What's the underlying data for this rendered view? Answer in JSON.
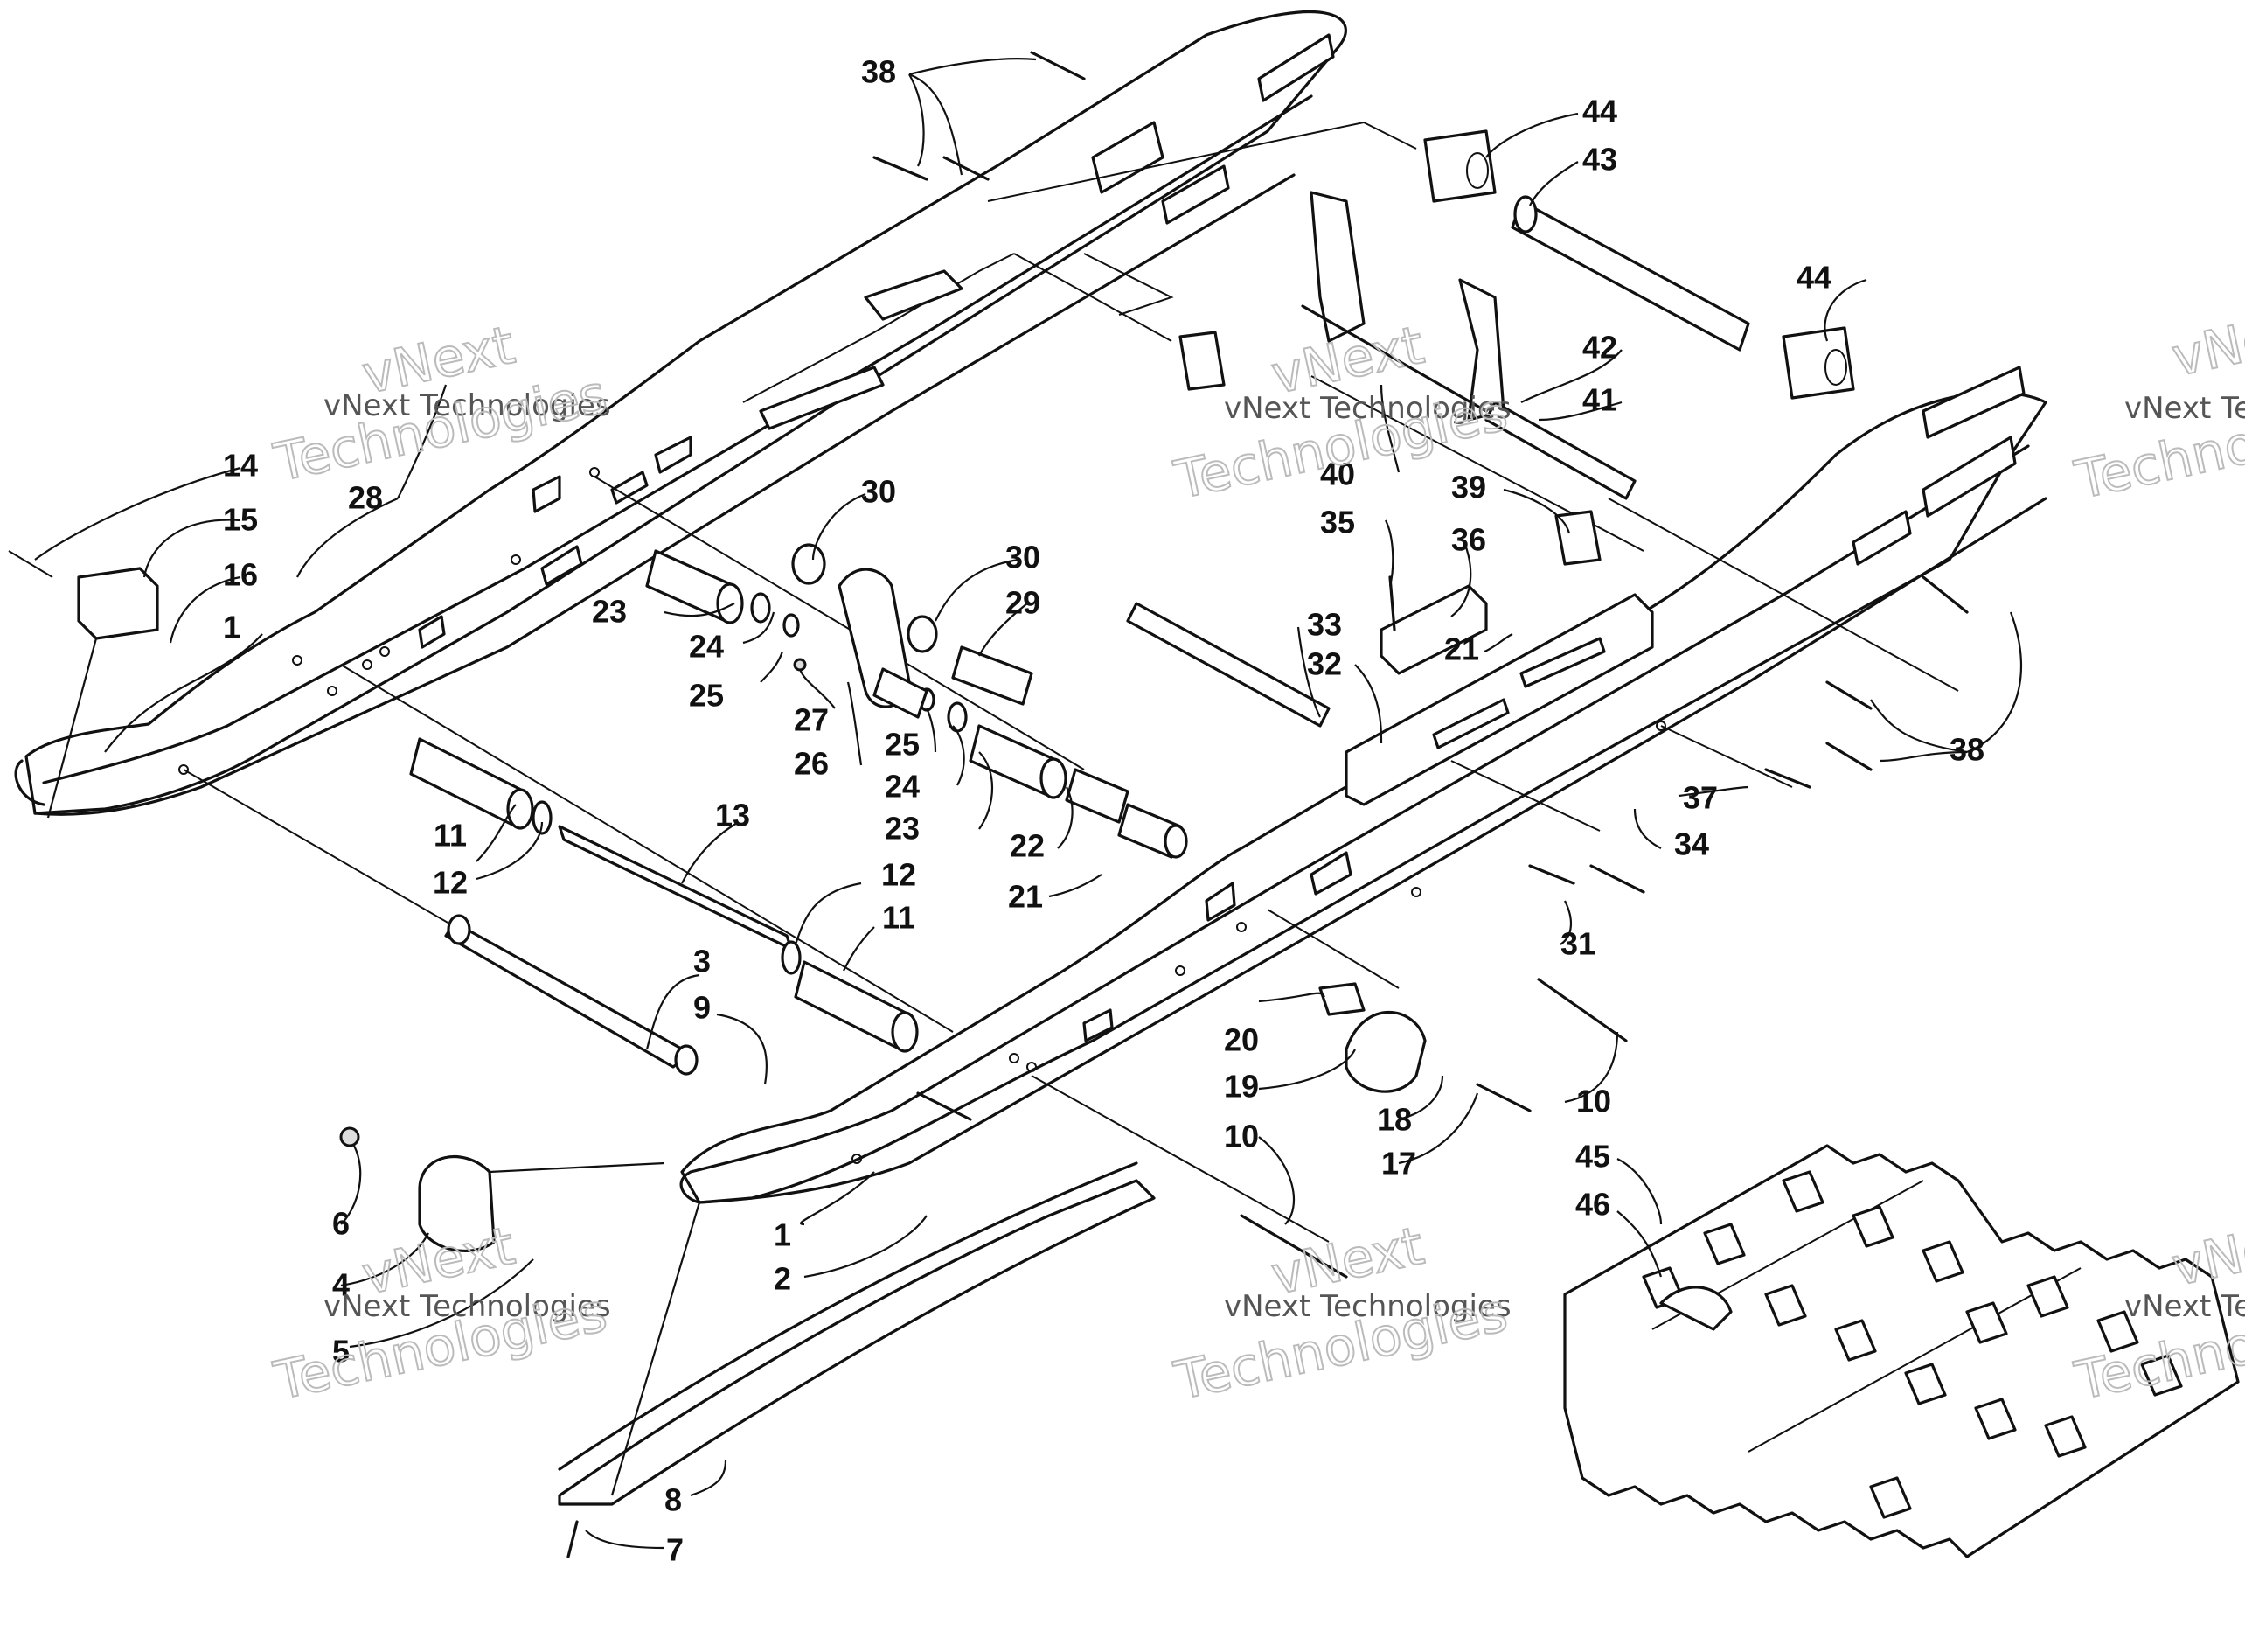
{
  "labels": [
    {
      "id": "38a",
      "text": "38"
    },
    {
      "id": "44a",
      "text": "44"
    },
    {
      "id": "43",
      "text": "43"
    },
    {
      "id": "44b",
      "text": "44"
    },
    {
      "id": "42",
      "text": "42"
    },
    {
      "id": "41",
      "text": "41"
    },
    {
      "id": "40",
      "text": "40"
    },
    {
      "id": "39",
      "text": "39"
    },
    {
      "id": "35",
      "text": "35"
    },
    {
      "id": "36",
      "text": "36"
    },
    {
      "id": "33",
      "text": "33"
    },
    {
      "id": "32",
      "text": "32"
    },
    {
      "id": "21a",
      "text": "21"
    },
    {
      "id": "38b",
      "text": "38"
    },
    {
      "id": "37",
      "text": "37"
    },
    {
      "id": "34",
      "text": "34"
    },
    {
      "id": "31",
      "text": "31"
    },
    {
      "id": "10a",
      "text": "10"
    },
    {
      "id": "14",
      "text": "14"
    },
    {
      "id": "15",
      "text": "15"
    },
    {
      "id": "16",
      "text": "16"
    },
    {
      "id": "1a",
      "text": "1"
    },
    {
      "id": "28",
      "text": "28"
    },
    {
      "id": "30a",
      "text": "30"
    },
    {
      "id": "30b",
      "text": "30"
    },
    {
      "id": "29",
      "text": "29"
    },
    {
      "id": "23a",
      "text": "23"
    },
    {
      "id": "24a",
      "text": "24"
    },
    {
      "id": "25a",
      "text": "25"
    },
    {
      "id": "27",
      "text": "27"
    },
    {
      "id": "26",
      "text": "26"
    },
    {
      "id": "25b",
      "text": "25"
    },
    {
      "id": "24b",
      "text": "24"
    },
    {
      "id": "23b",
      "text": "23"
    },
    {
      "id": "22",
      "text": "22"
    },
    {
      "id": "13",
      "text": "13"
    },
    {
      "id": "11a",
      "text": "11"
    },
    {
      "id": "12a",
      "text": "12"
    },
    {
      "id": "12b",
      "text": "12"
    },
    {
      "id": "11b",
      "text": "11"
    },
    {
      "id": "21b",
      "text": "21"
    },
    {
      "id": "3",
      "text": "3"
    },
    {
      "id": "9",
      "text": "9"
    },
    {
      "id": "20",
      "text": "20"
    },
    {
      "id": "19",
      "text": "19"
    },
    {
      "id": "18",
      "text": "18"
    },
    {
      "id": "17",
      "text": "17"
    },
    {
      "id": "10b",
      "text": "10"
    },
    {
      "id": "6",
      "text": "6"
    },
    {
      "id": "4",
      "text": "4"
    },
    {
      "id": "5",
      "text": "5"
    },
    {
      "id": "1b",
      "text": "1"
    },
    {
      "id": "2",
      "text": "2"
    },
    {
      "id": "8",
      "text": "8"
    },
    {
      "id": "7",
      "text": "7"
    },
    {
      "id": "45",
      "text": "45"
    },
    {
      "id": "46",
      "text": "46"
    }
  ],
  "watermark": {
    "line1": "vNext Technologies",
    "big1": "vNext",
    "big2": "Technologies"
  }
}
